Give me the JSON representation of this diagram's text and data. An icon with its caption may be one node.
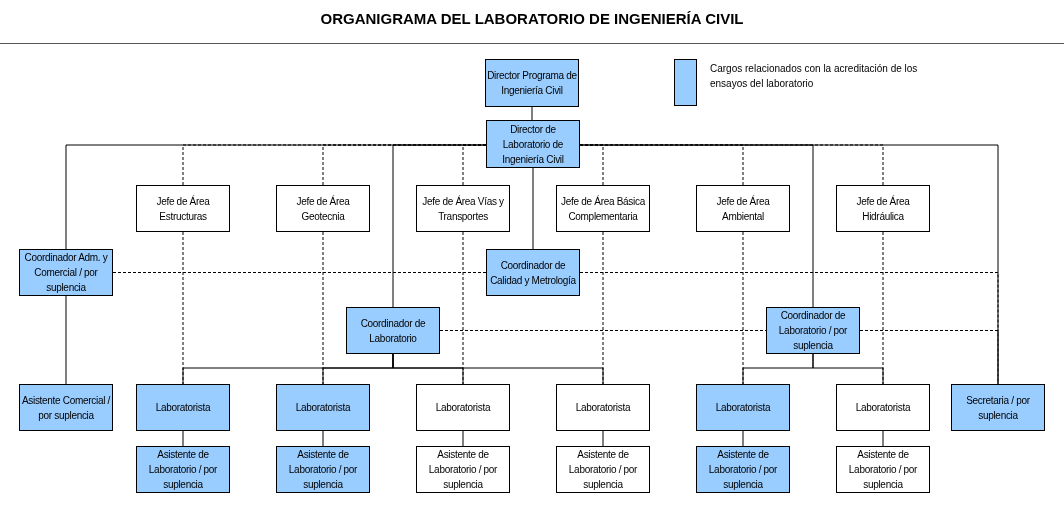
{
  "diagram": {
    "title": "ORGANIGRAMA DEL LABORATORIO DE INGENIERÍA CIVIL",
    "nodes": [
      {
        "text": [
          "Director Programa de Ingeniería Civil"
        ]
      },
      {
        "text": [
          "Director de Laboratorio de Ingeniería Civil"
        ]
      },
      {
        "text": [
          "Jefe de Área Estructuras"
        ]
      },
      {
        "text": [
          "Jefe de Área Geotecnia"
        ]
      },
      {
        "text": [
          "Jefe de Área Vías y Transportes"
        ]
      },
      {
        "text": [
          "Jefe de Área Básica Complementaria"
        ]
      },
      {
        "text": [
          "Jefe de Área Ambiental"
        ]
      },
      {
        "text": [
          "Jefe de Área Hidráulica"
        ]
      },
      {
        "text": [
          "Coordinador Adm. y Comercial / por suplencia"
        ]
      },
      {
        "text": [
          "Coordinador de Calidad y Metrología"
        ]
      },
      {
        "text": [
          "Coordinador de Laboratorio"
        ]
      },
      {
        "text": [
          "Coordinador de Laboratorio / por suplencia"
        ]
      },
      {
        "text": [
          "Asistente Comercial / por suplencia"
        ]
      },
      {
        "text": [
          "Laboratorista"
        ]
      },
      {
        "text": [
          "Laboratorista"
        ]
      },
      {
        "text": [
          "Laboratorista"
        ]
      },
      {
        "text": [
          "Laboratorista"
        ]
      },
      {
        "text": [
          "Laboratorista"
        ]
      },
      {
        "text": [
          "Laboratorista"
        ]
      },
      {
        "text": [
          "Secretaria / por suplencia"
        ]
      },
      {
        "text": [
          "Asistente de Laboratorio / por suplencia"
        ]
      },
      {
        "text": [
          "Asistente de Laboratorio / por suplencia"
        ]
      },
      {
        "text": [
          "Asistente de Laboratorio / por suplencia"
        ]
      },
      {
        "text": [
          "Asistente de Laboratorio / por suplencia"
        ]
      },
      {
        "text": [
          "Asistente de Laboratorio / por suplencia"
        ]
      },
      {
        "text": [
          "Asistente de Laboratorio / por suplencia"
        ]
      }
    ],
    "edges": [
      {
        "from": 0,
        "to": 1,
        "arrow": "none"
      },
      {
        "from": 1,
        "to": 8,
        "arrow": "none"
      },
      {
        "from": 1,
        "to": 2,
        "arrow": "none",
        "style": "dashed"
      },
      {
        "from": 1,
        "to": 3,
        "arrow": "none",
        "style": "dashed"
      },
      {
        "from": 1,
        "to": 10,
        "arrow": "none"
      },
      {
        "from": 1,
        "to": 4,
        "arrow": "none",
        "style": "dashed"
      },
      {
        "from": 1,
        "to": 9,
        "arrow": "none"
      },
      {
        "from": 1,
        "to": 5,
        "arrow": "none",
        "style": "dashed"
      },
      {
        "from": 1,
        "to": 6,
        "arrow": "none",
        "style": "dashed"
      },
      {
        "from": 1,
        "to": 11,
        "arrow": "none"
      },
      {
        "from": 1,
        "to": 7,
        "arrow": "none",
        "style": "dashed"
      },
      {
        "from": 1,
        "to": 19,
        "arrow": "none"
      },
      {
        "from": 8,
        "to": 9,
        "arrow": "none",
        "style": "dashed"
      },
      {
        "from": 9,
        "to": 19,
        "arrow": "none",
        "style": "dashed"
      },
      {
        "from": 10,
        "to": 11,
        "arrow": "none",
        "style": "dashed"
      },
      {
        "from": 11,
        "to": 19,
        "arrow": "none",
        "style": "dashed"
      },
      {
        "from": 8,
        "to": 12,
        "arrow": "none"
      },
      {
        "from": 2,
        "to": 13,
        "arrow": "none",
        "style": "dashed"
      },
      {
        "from": 3,
        "to": 14,
        "arrow": "none",
        "style": "dashed"
      },
      {
        "from": 4,
        "to": 15,
        "arrow": "none",
        "style": "dashed"
      },
      {
        "from": 5,
        "to": 16,
        "arrow": "none",
        "style": "dashed"
      },
      {
        "from": 6,
        "to": 17,
        "arrow": "none",
        "style": "dashed"
      },
      {
        "from": 7,
        "to": 18,
        "arrow": "none",
        "style": "dashed"
      },
      {
        "from": 10,
        "to": 13,
        "arrow": "none"
      },
      {
        "from": 10,
        "to": 14,
        "arrow": "none"
      },
      {
        "from": 10,
        "to": 15,
        "arrow": "none"
      },
      {
        "from": 10,
        "to": 16,
        "arrow": "none"
      },
      {
        "from": 11,
        "to": 17,
        "arrow": "none"
      },
      {
        "from": 11,
        "to": 18,
        "arrow": "none"
      },
      {
        "from": 13,
        "to": 20,
        "arrow": "none"
      },
      {
        "from": 14,
        "to": 21,
        "arrow": "none"
      },
      {
        "from": 15,
        "to": 22,
        "arrow": "none"
      },
      {
        "from": 16,
        "to": 23,
        "arrow": "none"
      },
      {
        "from": 17,
        "to": 24,
        "arrow": "none"
      },
      {
        "from": 18,
        "to": 25,
        "arrow": "none"
      }
    ],
    "legend": [
      {
        "text": "Cargos relacionados con la acreditación de los ensayos del laboratorio",
        "color": "#99ccff"
      }
    ]
  }
}
